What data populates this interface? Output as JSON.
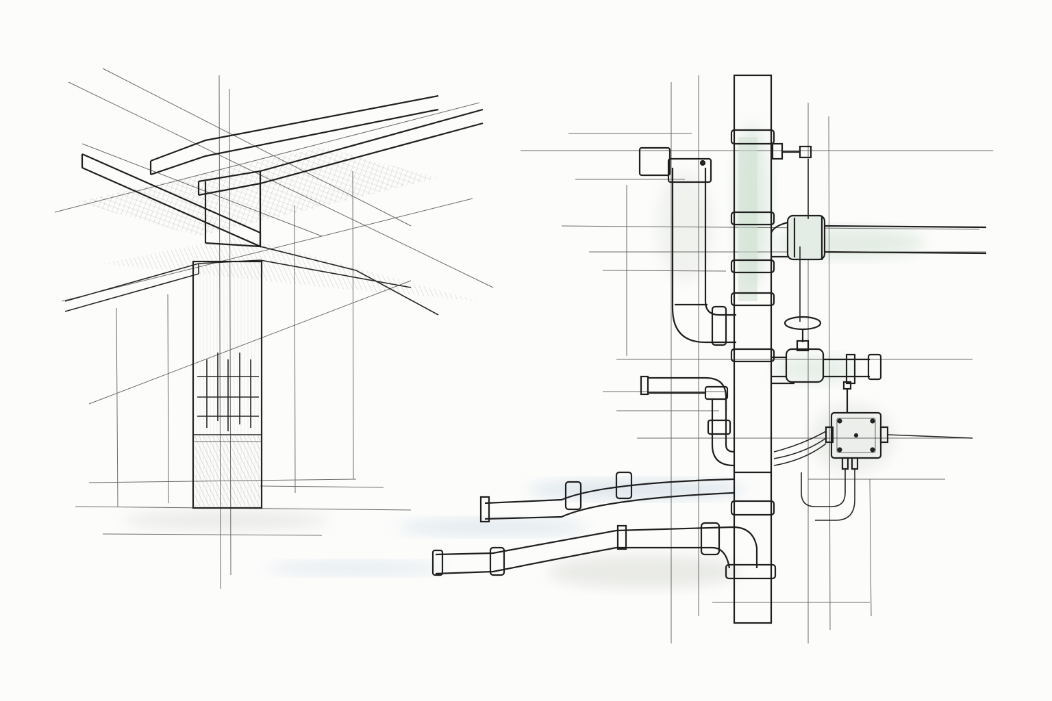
{
  "palette": {
    "paper": "#fcfcfb",
    "ink": "#262626",
    "wash_green": "#cfe0d2",
    "wash_blue": "#c9d8e2",
    "wash_grey": "#d9dcd6"
  },
  "subjects": [
    "concrete-beam-and-column",
    "pipework-with-valves",
    "junction-box"
  ]
}
